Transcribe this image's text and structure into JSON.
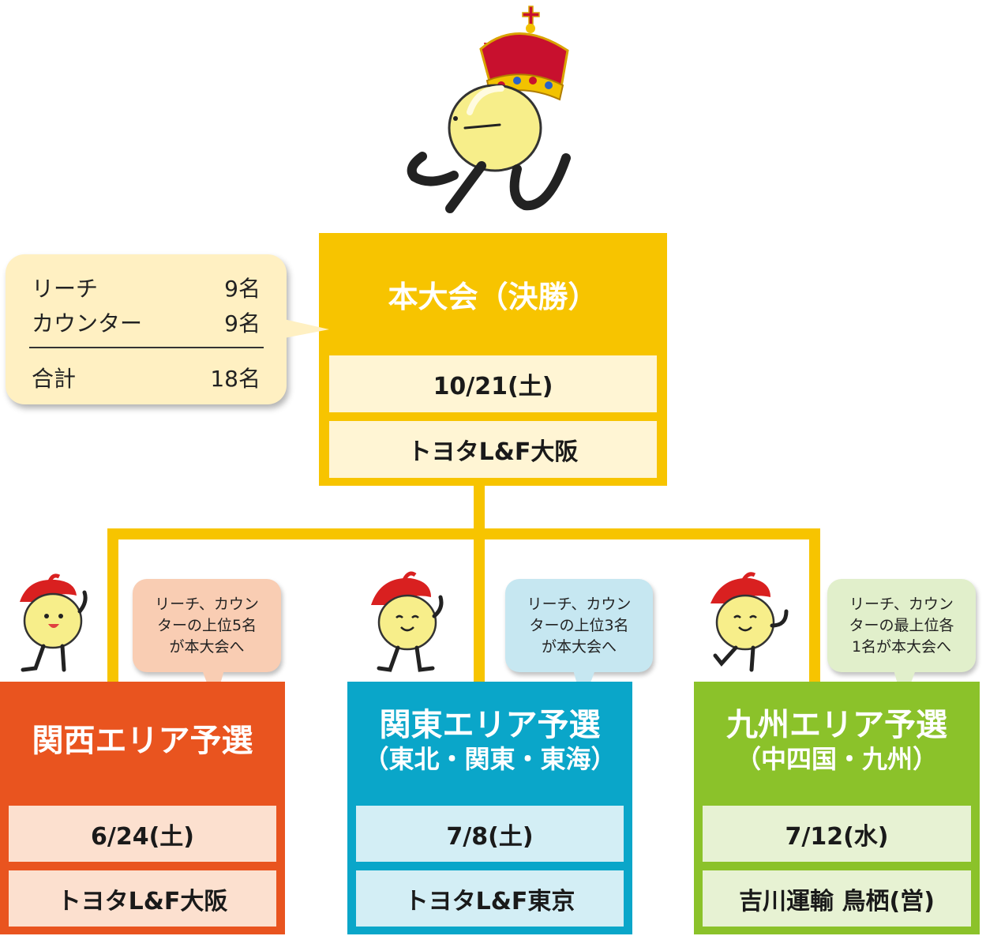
{
  "final": {
    "title": "本大会（決勝）",
    "date": "10/21(土)",
    "venue": "トヨタL&F大阪",
    "color": "#f7c400"
  },
  "summary": {
    "rows": [
      {
        "label": "リーチ",
        "value": "9名"
      },
      {
        "label": "カウンター",
        "value": "9名"
      }
    ],
    "total_label": "合計",
    "total_value": "18名"
  },
  "regions": [
    {
      "title": "関西エリア予選",
      "subtitle": "",
      "date": "6/24(土)",
      "venue": "トヨタL&F大阪",
      "note": "リーチ、カウン\nターの上位5名\nが本大会へ",
      "color": "#e9541f",
      "cell_color": "#fce0cf",
      "bubble_color": "#f9cdb3"
    },
    {
      "title": "関東エリア予選",
      "subtitle": "（東北・関東・東海）",
      "date": "7/8(土)",
      "venue": "トヨタL&F東京",
      "note": "リーチ、カウン\nターの上位3名\nが本大会へ",
      "color": "#0aa6c9",
      "cell_color": "#d3eef5",
      "bubble_color": "#c6e7f1"
    },
    {
      "title": "九州エリア予選",
      "subtitle": "（中四国・九州）",
      "date": "7/12(水)",
      "venue": "吉川運輸 鳥栖(営)",
      "note": "リーチ、カウン\nターの最上位各\n1名が本大会へ",
      "color": "#8bc22a",
      "cell_color": "#e7f2d3",
      "bubble_color": "#e1efcb"
    }
  ]
}
